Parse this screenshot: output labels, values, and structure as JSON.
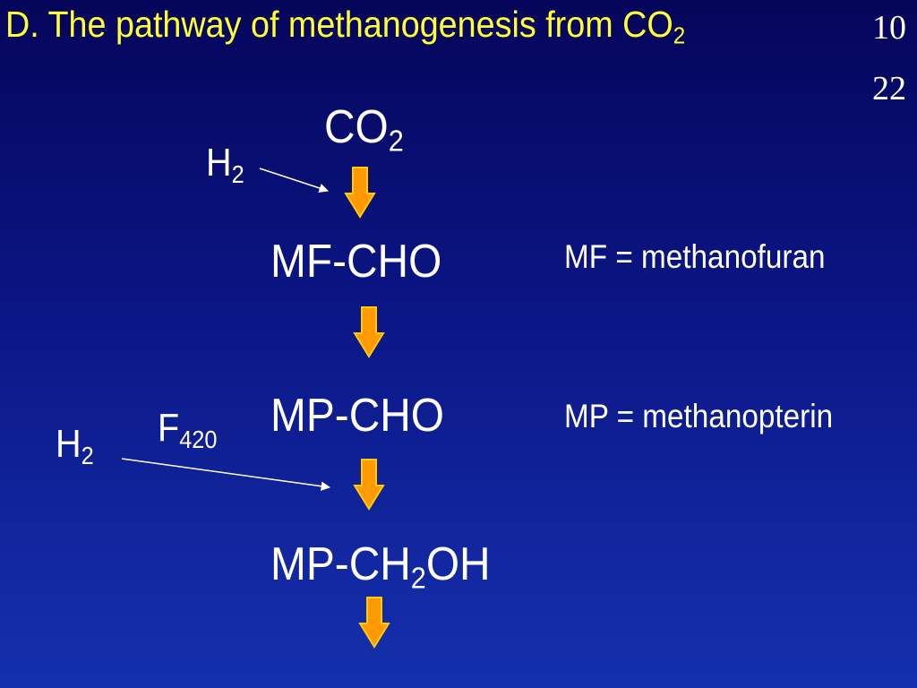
{
  "title": {
    "prefix": "D. The pathway of methanogenesis from CO",
    "subscript": "2"
  },
  "slide_number": {
    "line1": "10",
    "line2": "22"
  },
  "pathway": {
    "co2": {
      "main": "CO",
      "sub": "2"
    },
    "mf_cho": "MF-CHO",
    "mp_cho": "MP-CHO",
    "mp_ch2oh": {
      "part1": "MP-CH",
      "sub": "2",
      "part2": "OH"
    }
  },
  "cofactors": {
    "h2_first": {
      "main": "H",
      "sub": "2"
    },
    "h2_second": {
      "main": "H",
      "sub": "2"
    },
    "f420": {
      "main": "F",
      "sub": "420"
    }
  },
  "definitions": {
    "mf": "MF = methanofuran",
    "mp": "MP = methanopterin"
  },
  "colors": {
    "background_top": "#05055a",
    "background_bottom": "#1530ae",
    "title": "#ffff33",
    "text": "#ffffff",
    "arrow_fill": "#ff9900",
    "arrow_stroke": "#ffcc00"
  },
  "icons": {
    "step_arrow": "down-arrow-icon",
    "reductant_arrow": "thin-arrow-icon"
  }
}
